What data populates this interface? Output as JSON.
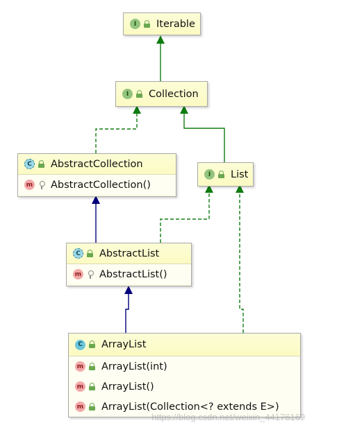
{
  "nodes": {
    "iterable": {
      "badge": "I",
      "label": "Iterable"
    },
    "collection": {
      "badge": "I",
      "label": "Collection"
    },
    "abstract_collection": {
      "badge": "C",
      "label": "AbstractCollection",
      "members": [
        {
          "badge": "m",
          "label": "AbstractCollection()"
        }
      ]
    },
    "list": {
      "badge": "I",
      "label": "List"
    },
    "abstract_list": {
      "badge": "C",
      "label": "AbstractList",
      "members": [
        {
          "badge": "m",
          "label": "AbstractList()"
        }
      ]
    },
    "array_list": {
      "badge": "C",
      "label": "ArrayList",
      "members": [
        {
          "badge": "m",
          "label": "ArrayList(int)"
        },
        {
          "badge": "m",
          "label": "ArrayList()"
        },
        {
          "badge": "m",
          "label": "ArrayList(Collection<? extends E>)"
        }
      ]
    }
  },
  "colors": {
    "extends_interface": "#107c10",
    "implements": "#107c10",
    "extends_class": "#00007a"
  },
  "watermark": "https://blog.csdn.net/weixin_44176169"
}
